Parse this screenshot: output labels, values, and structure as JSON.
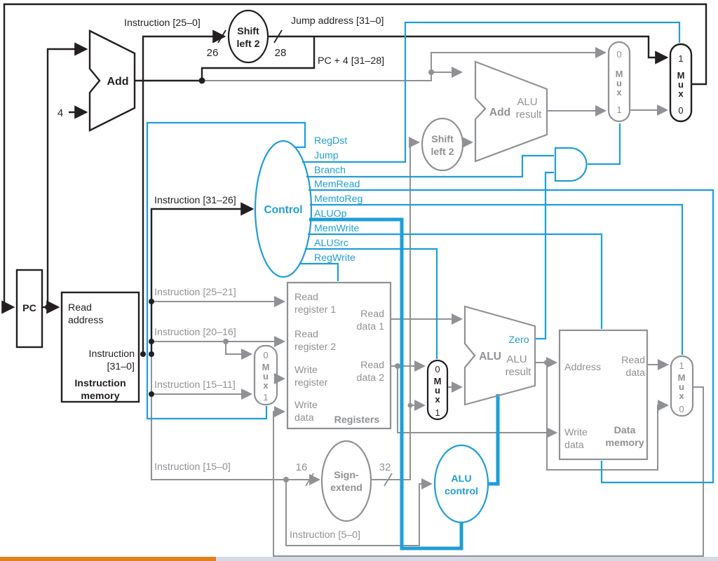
{
  "colors": {
    "blue": "#1f9ed6",
    "gray": "#8f9194",
    "black": "#231f20",
    "progress_orange": "#e0801f",
    "progress_track": "#d8d9e6"
  },
  "top": {
    "instr_25_0": "Instruction [25–0]",
    "shift_l1": "Shift",
    "shift_l2": "left 2",
    "bits_26": "26",
    "bits_28": "28",
    "jump_address": "Jump address [31–0]",
    "pc_plus_4": "PC + 4 [31–28]",
    "add_label": "Add",
    "four": "4"
  },
  "control": {
    "name": "Control",
    "input_label": "Instruction [31–26]",
    "signals": {
      "regdst": "RegDst",
      "jump": "Jump",
      "branch": "Branch",
      "memread": "MemRead",
      "memtoreg": "MemtoReg",
      "aluop": "ALUOp",
      "memwrite": "MemWrite",
      "alusrc": "ALUSrc",
      "regwrite": "RegWrite"
    }
  },
  "pc": {
    "label": "PC"
  },
  "imem": {
    "read_address_l1": "Read",
    "read_address_l2": "address",
    "out_l1": "Instruction",
    "out_l2": "[31–0]",
    "name_l1": "Instruction",
    "name_l2": "memory"
  },
  "instr_fields": {
    "f25_21": "Instruction [25–21]",
    "f20_16": "Instruction [20–16]",
    "f15_11": "Instruction [15–11]",
    "f15_0": "Instruction [15–0]",
    "f5_0": "Instruction [5–0]"
  },
  "registers": {
    "rr1_l1": "Read",
    "rr1_l2": "register 1",
    "rr2_l1": "Read",
    "rr2_l2": "register 2",
    "wr_l1": "Write",
    "wr_l2": "register",
    "wd_l1": "Write",
    "wd_l2": "data",
    "rd1_l1": "Read",
    "rd1_l2": "data 1",
    "rd2_l1": "Read",
    "rd2_l2": "data 2",
    "name": "Registers"
  },
  "sign_extend": {
    "l1": "Sign-",
    "l2": "extend",
    "in_bits": "16",
    "out_bits": "32"
  },
  "alu_control": {
    "l1": "ALU",
    "l2": "control"
  },
  "shift2_mid": {
    "l1": "Shift",
    "l2": "left 2"
  },
  "branch_adder": {
    "add": "Add",
    "res_l1": "ALU",
    "res_l2": "result"
  },
  "alu": {
    "name": "ALU",
    "zero": "Zero",
    "res_l1": "ALU",
    "res_l2": "result"
  },
  "dmem": {
    "address": "Address",
    "read_l1": "Read",
    "read_l2": "data",
    "write_l1": "Write",
    "write_l2": "data",
    "name_l1": "Data",
    "name_l2": "memory"
  },
  "muxes": {
    "jump": [
      "1",
      "M",
      "u",
      "x",
      "0"
    ],
    "branch": [
      "0",
      "M",
      "u",
      "x",
      "1"
    ],
    "regdst": [
      "0",
      "M",
      "u",
      "x",
      "1"
    ],
    "alusrc": [
      "0",
      "M",
      "u",
      "x",
      "1"
    ],
    "memtoreg": [
      "1",
      "M",
      "u",
      "x",
      "0"
    ]
  }
}
